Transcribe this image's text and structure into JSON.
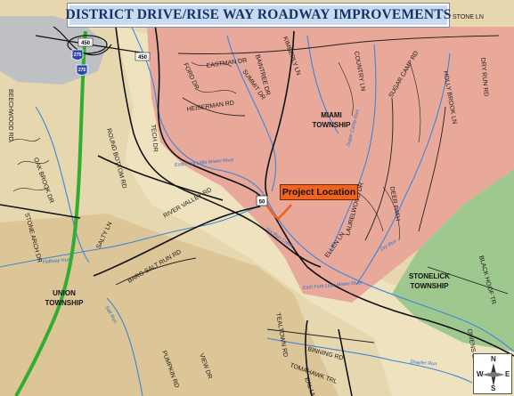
{
  "title": "DISTRICT DRIVE/RISE WAY ROADWAY IMPROVEMENTS",
  "callout": "Project Location",
  "townships": [
    {
      "id": "miami",
      "lines": [
        "MIAMI",
        "TOWNSHIP"
      ]
    },
    {
      "id": "union",
      "lines": [
        "UNION",
        "TOWNSHIP"
      ]
    },
    {
      "id": "stonelick",
      "lines": [
        "STONELICK",
        "TOWNSHIP"
      ]
    }
  ],
  "shields": {
    "i450a": "450",
    "i450b": "450",
    "i275a": "275",
    "i275b": "275",
    "us50": "50"
  },
  "roads": [
    "STONE LN",
    "EASTMAN DR",
    "BAINTREE DR",
    "KIMBERLY LN",
    "FORD DR",
    "SUMMIT DR",
    "HEISERMAN RD",
    "COUNTRY LN",
    "SUGAR CAMP RD",
    "HOLLY BROOK LN",
    "DRY RUN RD",
    "BEECHWOOD RD",
    "ROUND BOTTOM RD",
    "TECH DR",
    "OAK BROOK DR",
    "STONE ARCH DR",
    "RIVER VALLEY RD",
    "LAURELWOOD DR",
    "DEER PATH",
    "ELLEN LN",
    "BLACK HOOF TR",
    "SALTY LN",
    "BARG SALT RUN RD",
    "TEALTOWN RD",
    "BINNING RD",
    "OWENS LN",
    "TOMAHAWK TRL",
    "PUMPKIN RD",
    "EAL LN",
    "VIEW DR"
  ],
  "streams": [
    "East Fork Little Miami River",
    "Sugar Camp Run",
    "Dry Run",
    "Halfway Run",
    "Salt Run",
    "East Fork Little Miami River",
    "Shayler Run",
    "Dry Run Creek"
  ],
  "compass": {
    "n": "N",
    "s": "S",
    "e": "E",
    "w": "W"
  },
  "colors": {
    "background": "#e6d7ae",
    "miami": "#e8a89a",
    "stonelick": "#9fc88f",
    "union": "#ddc597",
    "water": "#3d86da",
    "interstate": "#2fae2f",
    "roads": "#111111",
    "project": "#f0621e",
    "title_bg": "#c9dcef",
    "title_text": "#16306b"
  }
}
